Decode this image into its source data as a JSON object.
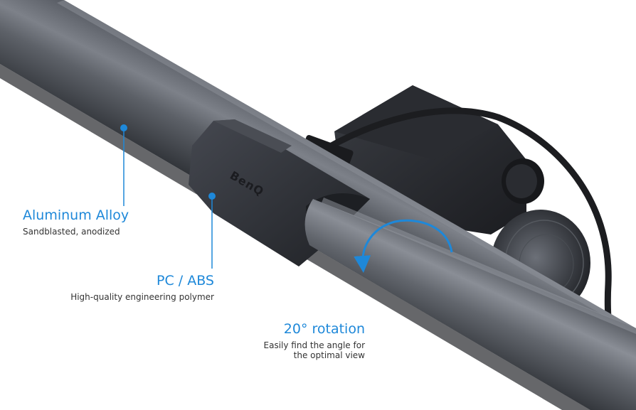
{
  "product": {
    "logo_text": "BenQ"
  },
  "callouts": {
    "aluminum": {
      "title": "Aluminum Alloy",
      "description": "Sandblasted, anodized"
    },
    "pc_abs": {
      "title": "PC / ABS",
      "description": "High-quality engineering polymer"
    },
    "rotation": {
      "title": "20° rotation",
      "description_line1": "Easily find the angle for",
      "description_line2": "the optimal view"
    }
  },
  "colors": {
    "accent": "#1e88d9",
    "bar_dark": "#3a3d44",
    "bar_light": "#7c8088",
    "clip": "#2c2f35",
    "cable": "#1c1d20",
    "text_secondary": "#333333"
  }
}
